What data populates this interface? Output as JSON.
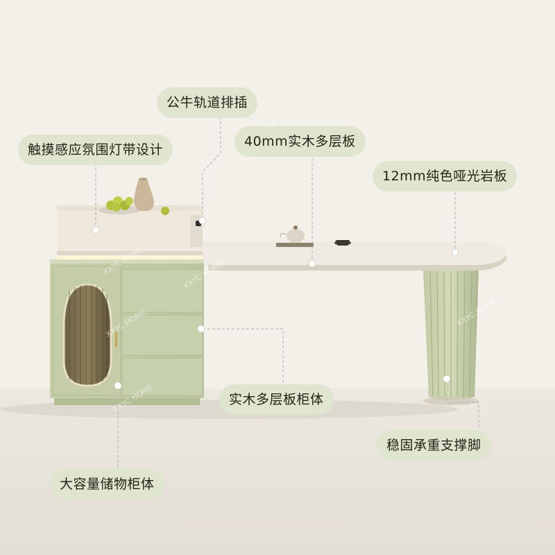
{
  "labels": {
    "power_track": "公牛轨道排插",
    "touch_light": "触摸感应氛围灯带设计",
    "plywood_40mm": "40mm实木多层板",
    "slate_12mm": "12mm纯色哑光岩板",
    "plywood_cabinet": "实木多层板柜体",
    "support_leg": "稳固承重支撑脚",
    "storage_cabinet": "大容量储物柜体"
  },
  "watermark": {
    "text": "XXYC HOME"
  },
  "colors": {
    "background": "#f3f0ea",
    "label_bg": "#dfe5cf",
    "cabinet_green": "#c9d2ae",
    "slate_top": "#ece8df"
  }
}
